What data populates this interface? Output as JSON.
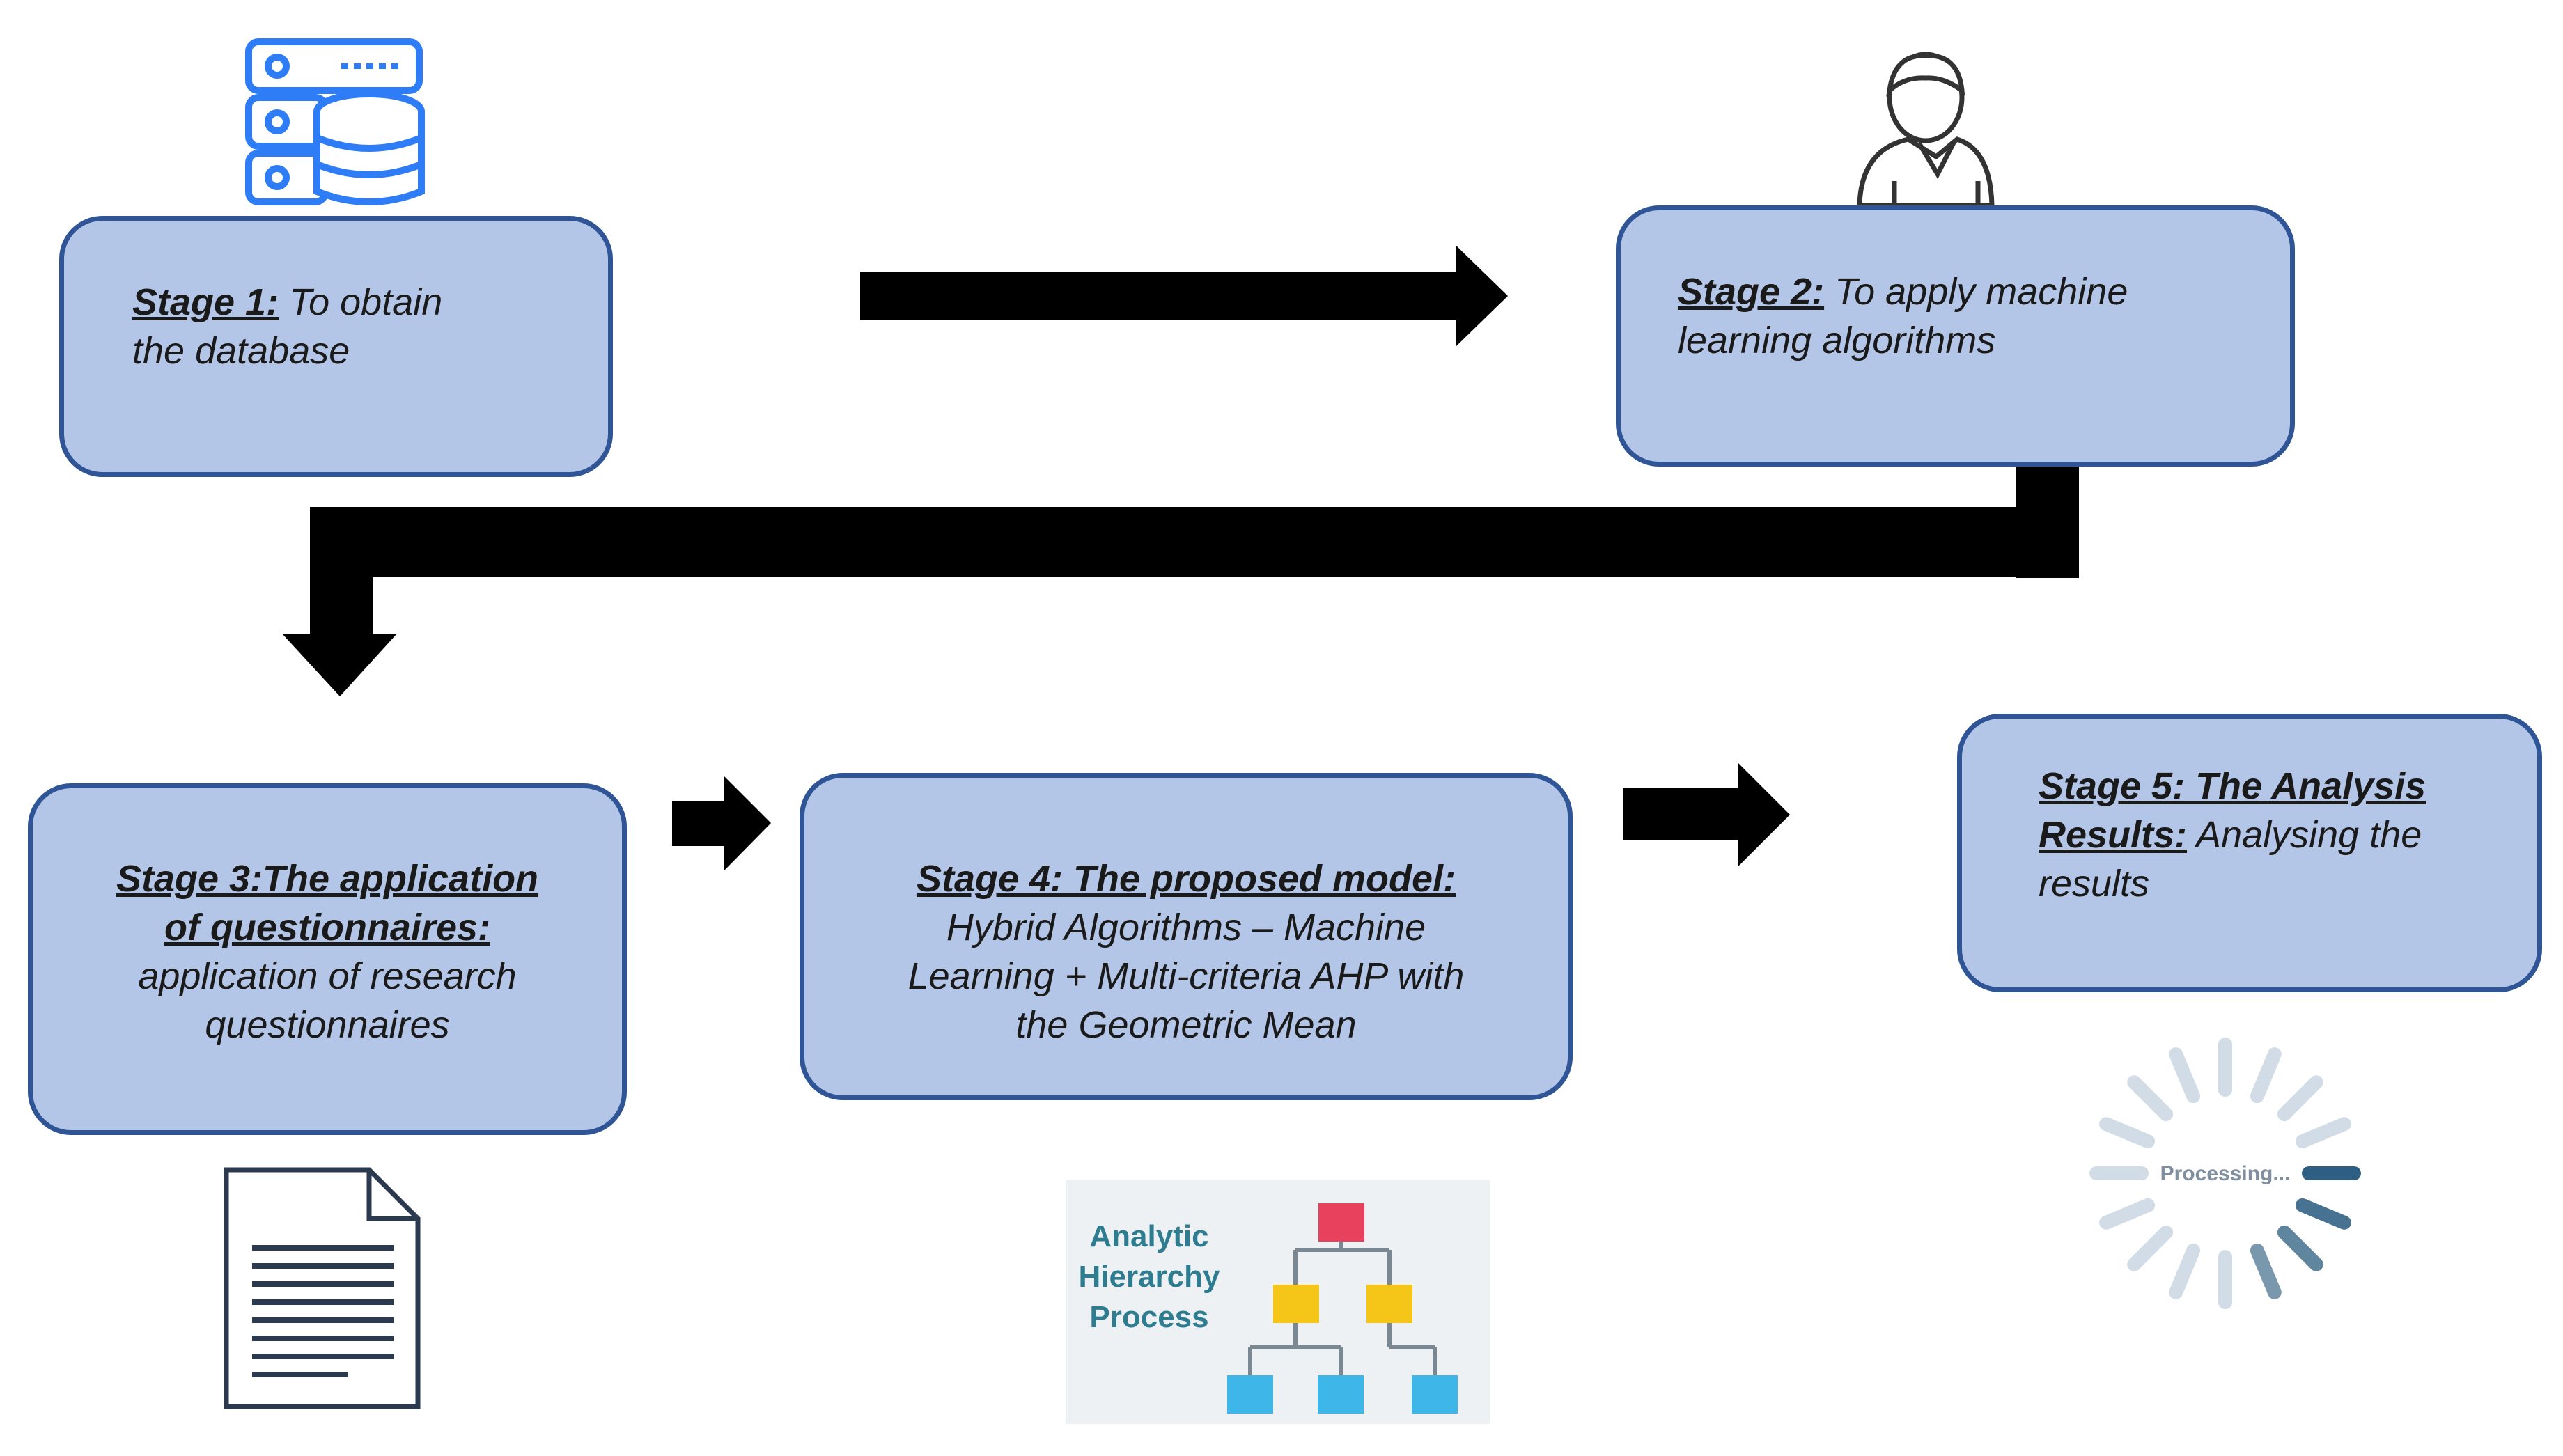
{
  "stages": {
    "s1": {
      "title": "Stage 1:",
      "line1": " To obtain",
      "line2": "the database"
    },
    "s2": {
      "title": "Stage 2:",
      "line1": " To apply machine",
      "line2": "learning algorithms"
    },
    "s3": {
      "title_line1": "Stage 3:The application",
      "title_line2": "of questionnaires:",
      "body_line1": "application of research",
      "body_line2": "questionnaires"
    },
    "s4": {
      "title": "Stage 4: The proposed model:",
      "body_line1": "Hybrid Algorithms – Machine",
      "body_line2": "Learning + Multi-criteria AHP with",
      "body_line3": "the Geometric Mean"
    },
    "s5": {
      "title_line1": "Stage 5: The Analysis",
      "title_line2": "Results:",
      "body_line1": " Analysing the",
      "body_line2": "results"
    }
  },
  "ahp_image": {
    "line1": "Analytic",
    "line2": "Hierarchy",
    "line3": "Process"
  },
  "processing_image": {
    "label": "Processing..."
  },
  "icons": [
    "database-server-icon",
    "user-icon",
    "document-icon",
    "ahp-hierarchy-icon",
    "processing-spinner-icon"
  ],
  "colors": {
    "box_fill": "#b4c6e7",
    "box_border": "#2f5597",
    "arrow": "#000000",
    "icon_blue": "#2e7cf6"
  }
}
